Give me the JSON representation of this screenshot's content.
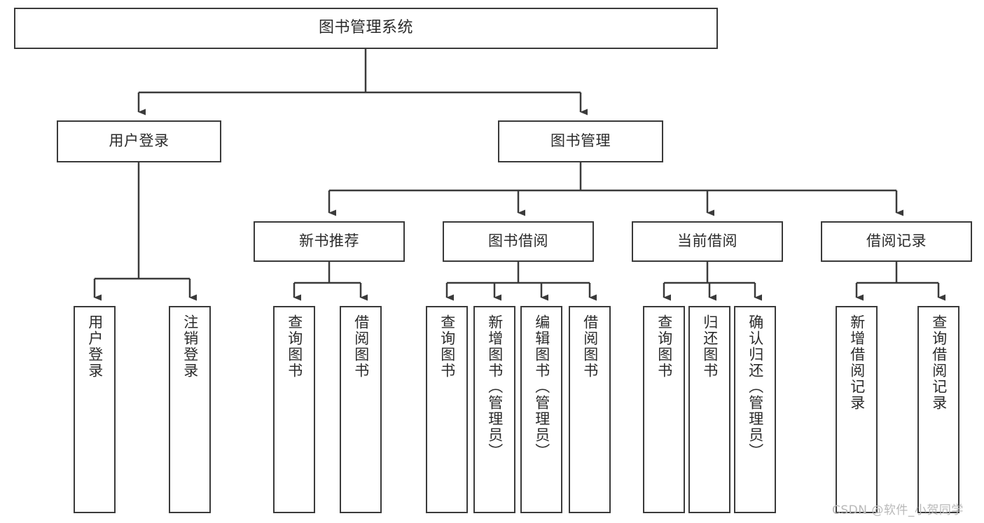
{
  "diagram": {
    "title_node": {
      "label": "图书管理系统"
    },
    "level2": [
      {
        "label": "用户登录"
      },
      {
        "label": "图书管理"
      }
    ],
    "level3": [
      {
        "label": "新书推荐"
      },
      {
        "label": "图书借阅"
      },
      {
        "label": "当前借阅"
      },
      {
        "label": "借阅记录"
      }
    ],
    "leaves": {
      "user_login": [
        {
          "label": "用户登录"
        },
        {
          "label": "注销登录"
        }
      ],
      "new_book": [
        {
          "label": "查询图书"
        },
        {
          "label": "借阅图书"
        }
      ],
      "book_borrow": [
        {
          "label": "查询图书"
        },
        {
          "label": "新增图书（管理员）"
        },
        {
          "label": "编辑图书（管理员）"
        },
        {
          "label": "借阅图书"
        }
      ],
      "current_borrow": [
        {
          "label": "查询图书"
        },
        {
          "label": "归还图书"
        },
        {
          "label": "确认归还（管理员）"
        }
      ],
      "borrow_record": [
        {
          "label": "新增借阅记录"
        },
        {
          "label": "查询借阅记录"
        }
      ]
    }
  },
  "watermark": {
    "text": "CSDN @软件_小贺同学"
  },
  "colors": {
    "border": "#3a3a3a",
    "text": "#2b2b2b",
    "background": "#ffffff",
    "watermark": "#b9b9b9"
  }
}
